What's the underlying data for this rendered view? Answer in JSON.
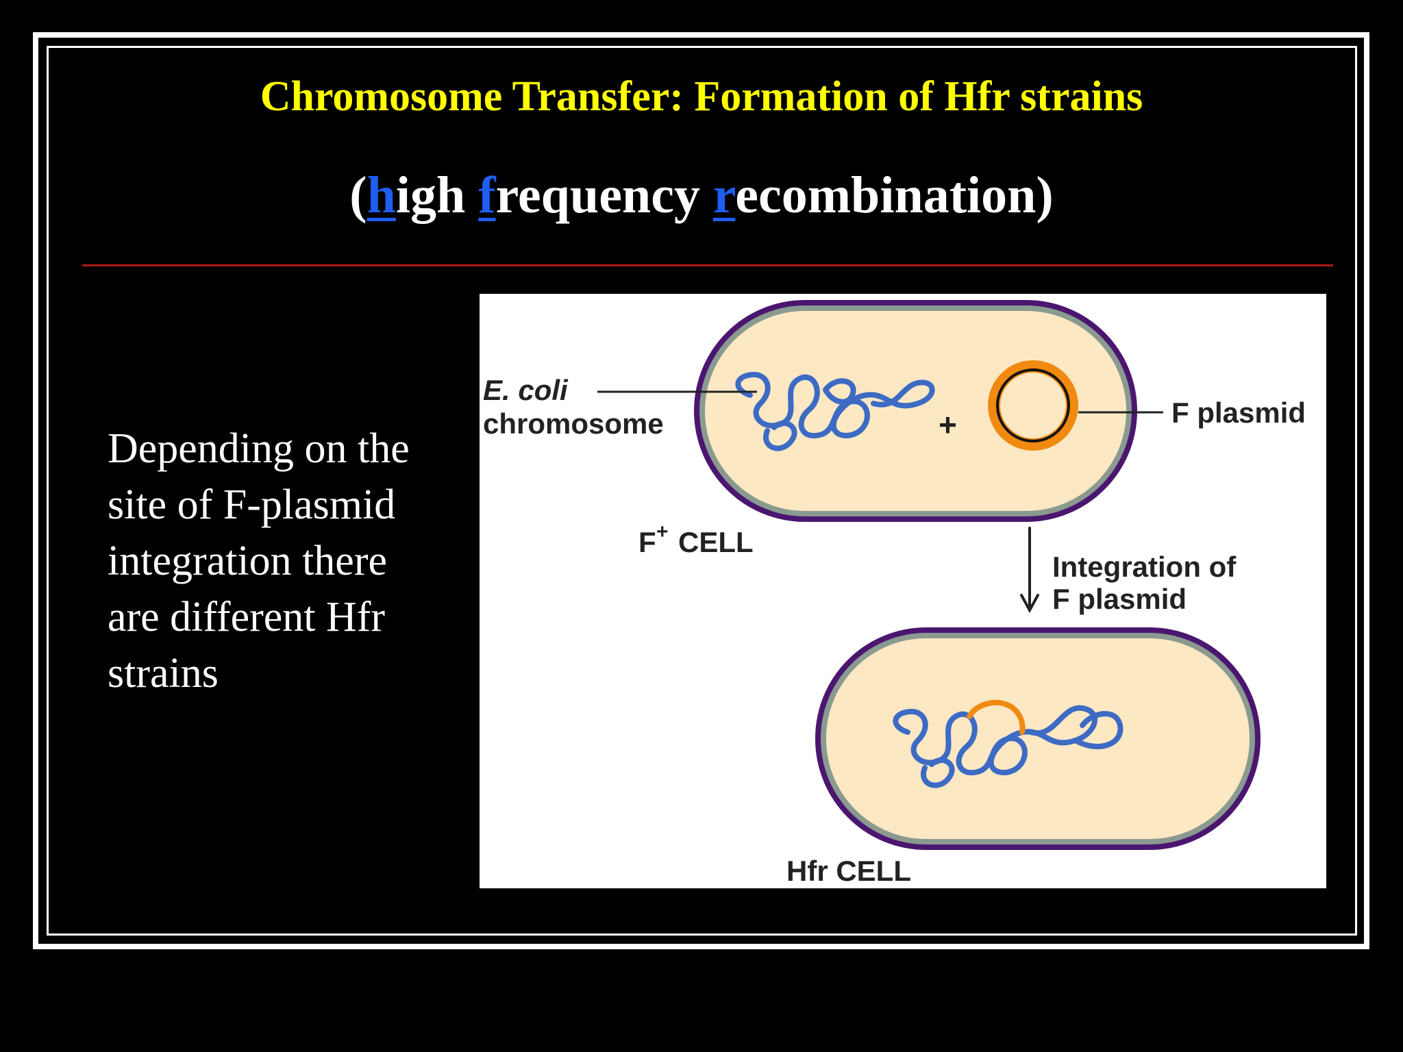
{
  "slide": {
    "title": "Chromosome Transfer: Formation of Hfr strains",
    "subtitle": {
      "open": "(",
      "h": "h",
      "igh": "igh ",
      "f": "f",
      "requency": "requency ",
      "r": "r",
      "ecombination": "ecombination)"
    },
    "body": "Depending on the site of F-plasmid integration there are different Hfr strains"
  },
  "diagram": {
    "label_ecoli_italic": "E. coli",
    "label_chromosome": "chromosome",
    "label_plus": "+",
    "label_fplasmid": "F plasmid",
    "label_fcell_f": "F",
    "label_fcell_sup": "+",
    "label_fcell_cell": "CELL",
    "label_integration_1": "Integration of",
    "label_integration_2": "F plasmid",
    "label_hfrcell": "Hfr CELL"
  },
  "colors": {
    "title": "#ffff00",
    "highlight": "#1e5ef0",
    "rule": "#b01818",
    "cell_wall": "#4b1670",
    "cell_membrane": "#8a9a90",
    "cytoplasm": "#fde8c4",
    "dna": "#3d6bc4",
    "plasmid": "#f08a10"
  }
}
